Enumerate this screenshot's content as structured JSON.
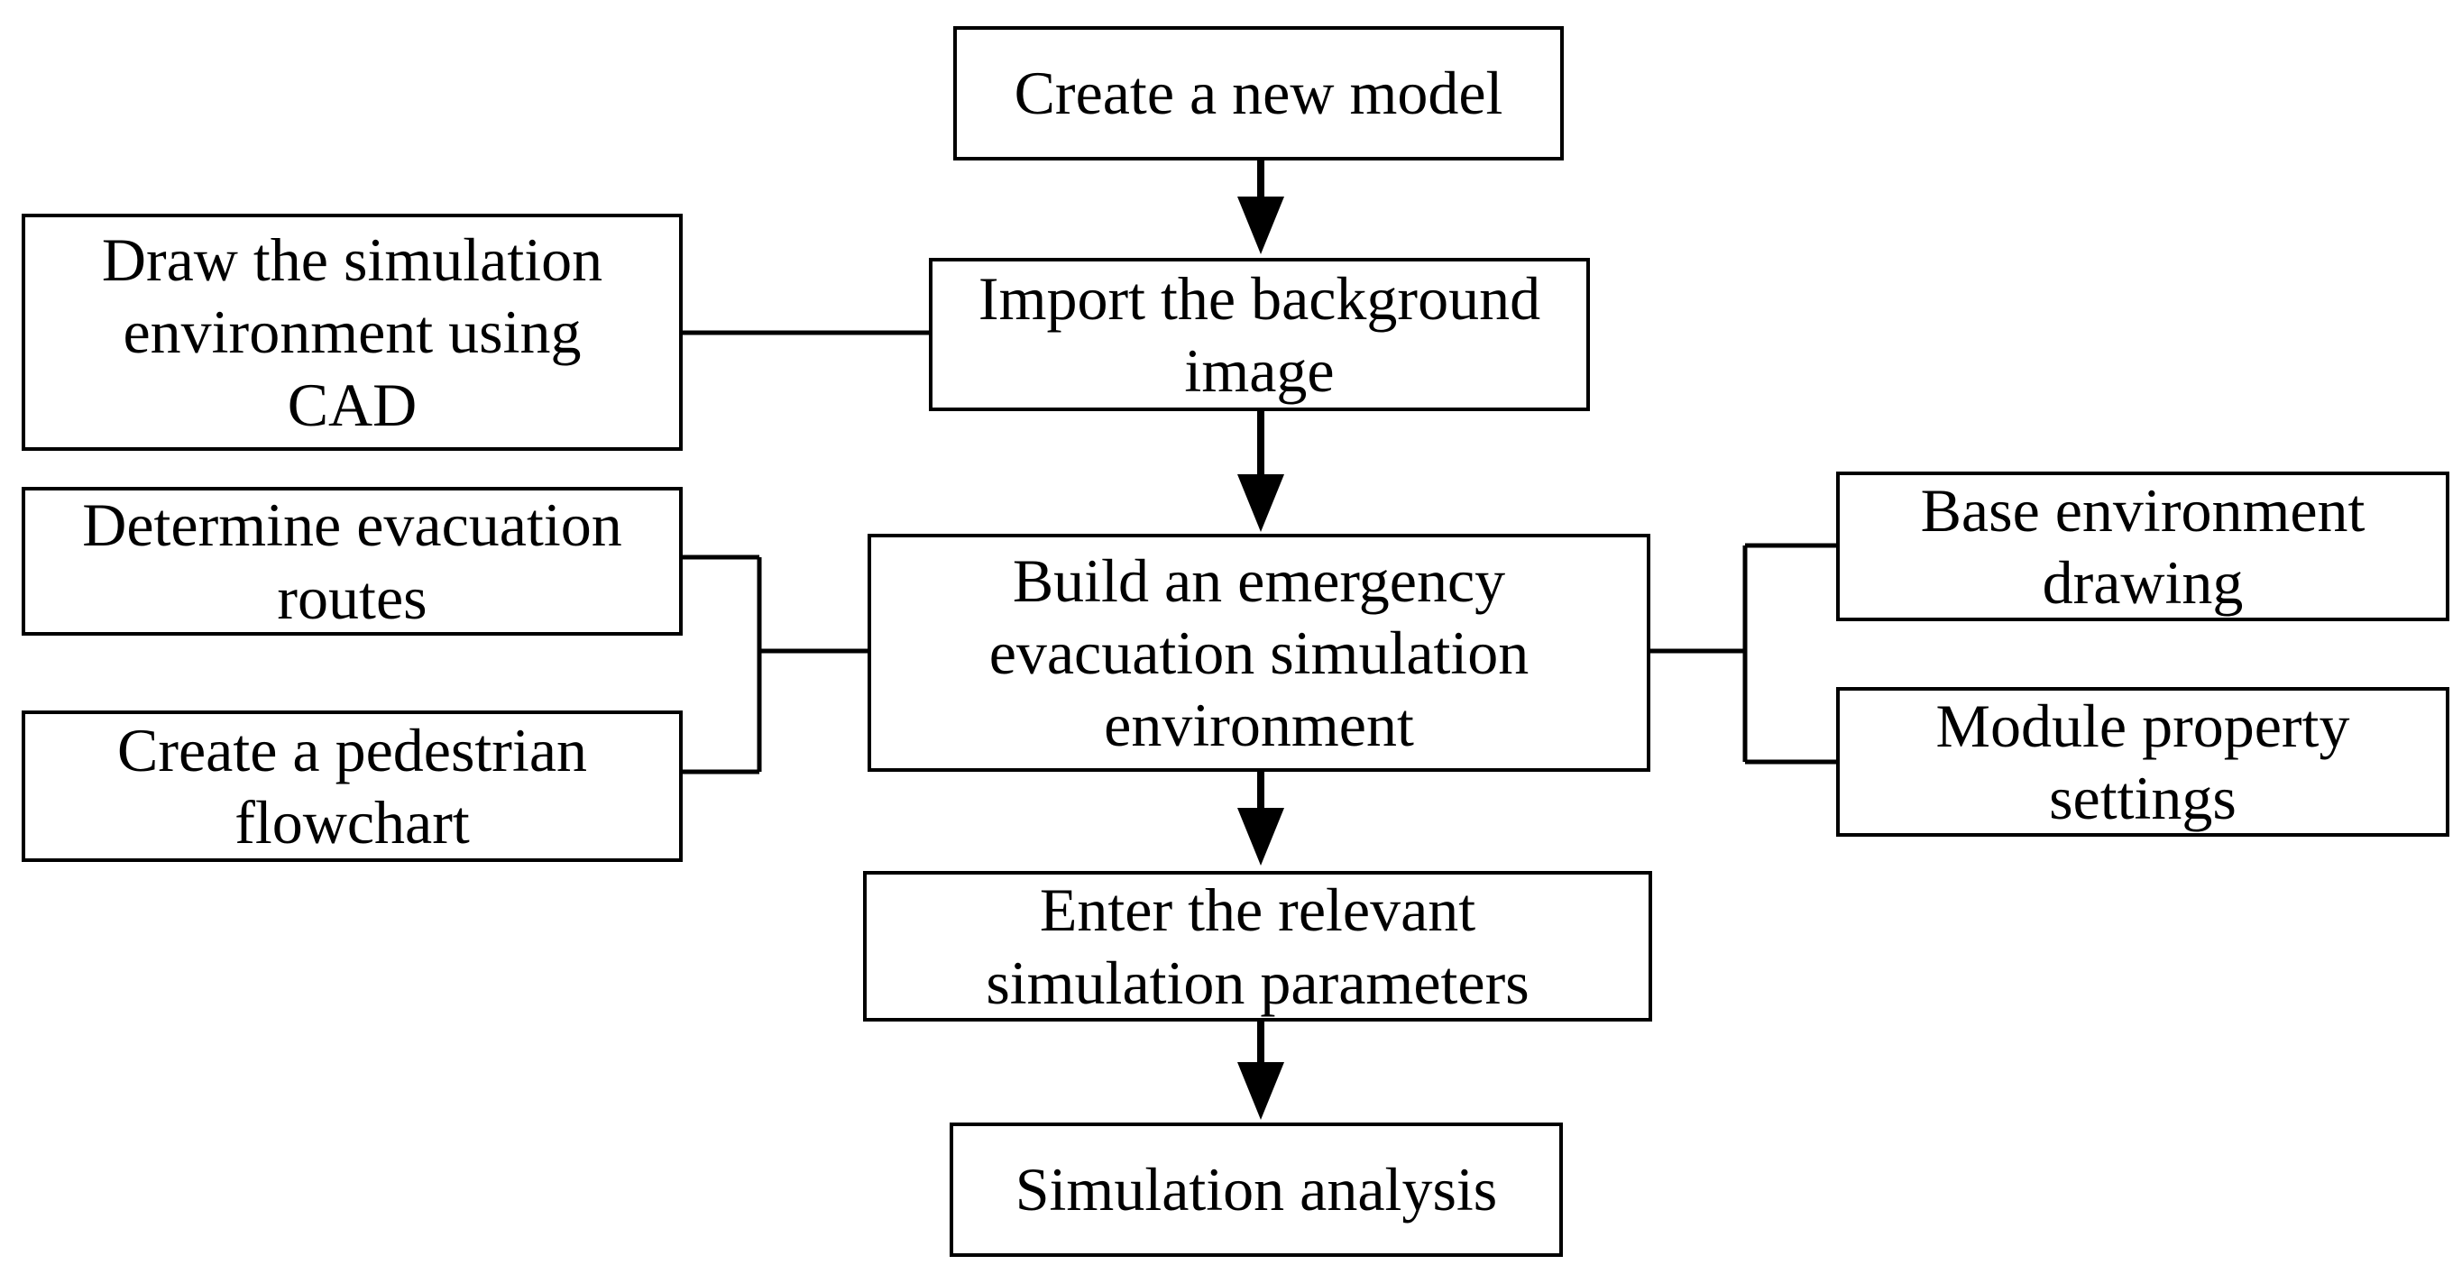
{
  "nodes": {
    "create_model": "Create a new model",
    "import_background": "Import the background\nimage",
    "draw_cad": "Draw the simulation\nenvironment using\nCAD",
    "determine_routes": "Determine evacuation\nroutes",
    "pedestrian_flowchart": "Create a pedestrian\nflowchart",
    "build_environment": "Build an emergency\nevacuation simulation\nenvironment",
    "base_drawing": "Base environment\ndrawing",
    "module_settings": "Module property\nsettings",
    "enter_parameters": "Enter the relevant\nsimulation parameters",
    "simulation_analysis": "Simulation analysis"
  }
}
